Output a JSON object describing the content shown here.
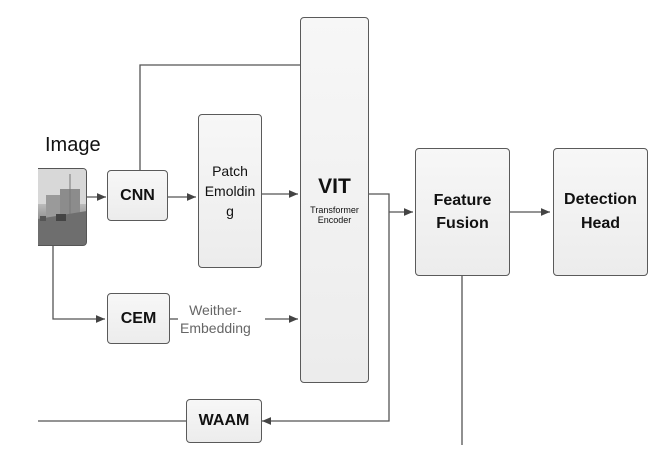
{
  "diagram": {
    "image_label": "Image",
    "nodes": {
      "cnn": "CNN",
      "patch": [
        "Patch",
        "Emoldin",
        "g"
      ],
      "vit_title": "VIT",
      "vit_sub": [
        "Transformer",
        "Encoder"
      ],
      "cem": "CEM",
      "weither": [
        "Weither-",
        "Embedding"
      ],
      "fusion": [
        "Feature",
        "Fusion"
      ],
      "head": [
        "Detection",
        "Head"
      ],
      "waam": "WAAM"
    },
    "colors": {
      "line": "#555555",
      "box_border": "#5a5a5a",
      "box_fill": "#efefef"
    }
  }
}
